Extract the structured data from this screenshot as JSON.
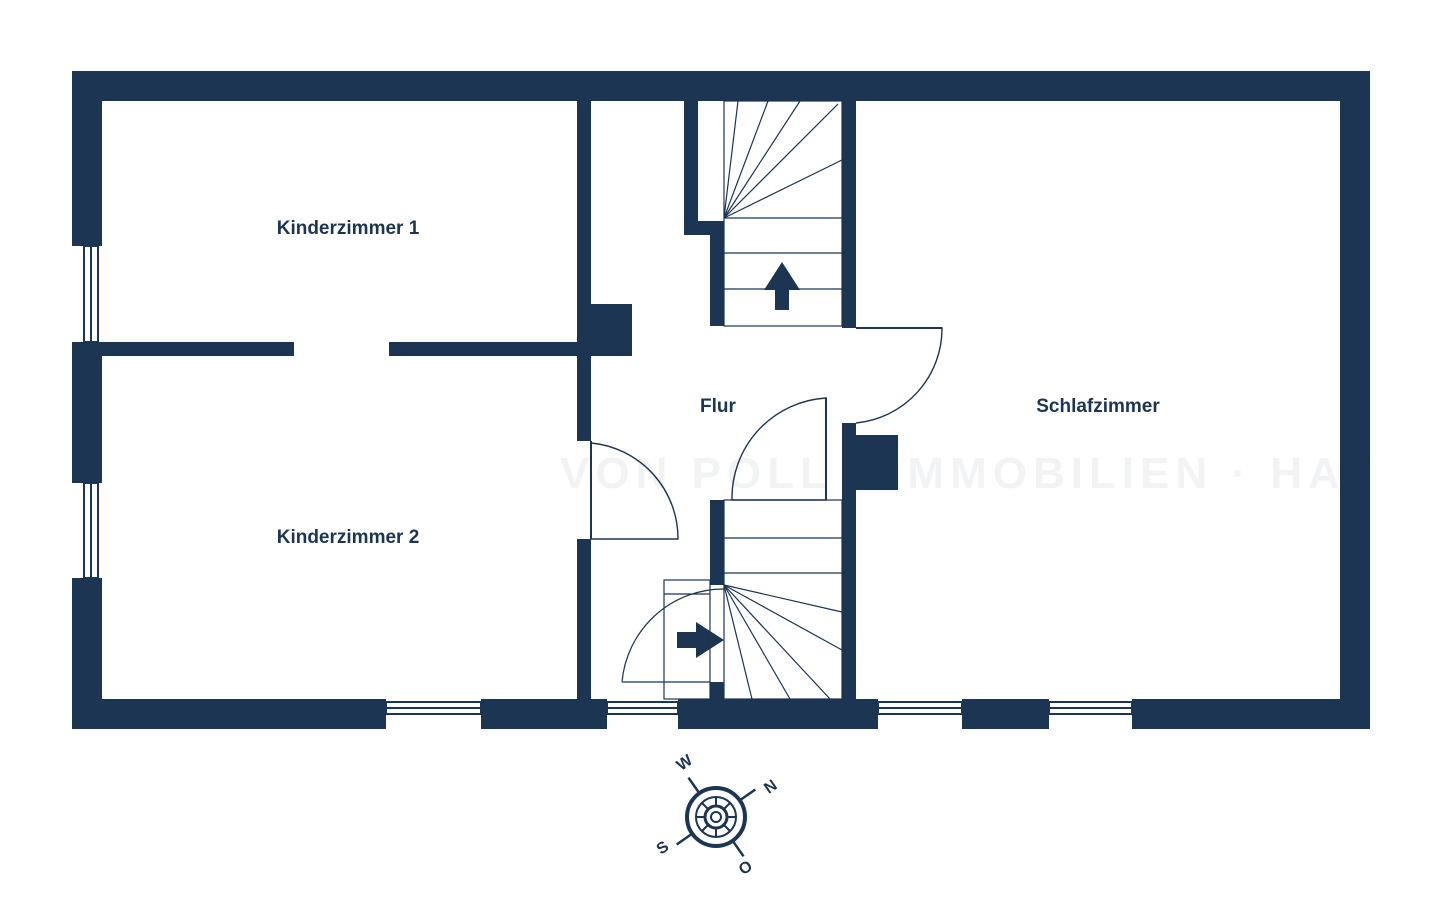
{
  "colors": {
    "wall": "#1c3553",
    "line": "#1c3553",
    "background": "#ffffff"
  },
  "rooms": {
    "kinderzimmer1": "Kinderzimmer 1",
    "kinderzimmer2": "Kinderzimmer 2",
    "flur": "Flur",
    "schlafzimmer": "Schlafzimmer"
  },
  "watermark": "VON POLL · IMMOBILIEN · HAY",
  "compass": {
    "n": "N",
    "o": "O",
    "s": "S",
    "w": "W"
  },
  "icons": {
    "stair_up": "arrow-up-icon",
    "stair_right": "arrow-right-icon",
    "compass": "compass-rose-icon"
  }
}
